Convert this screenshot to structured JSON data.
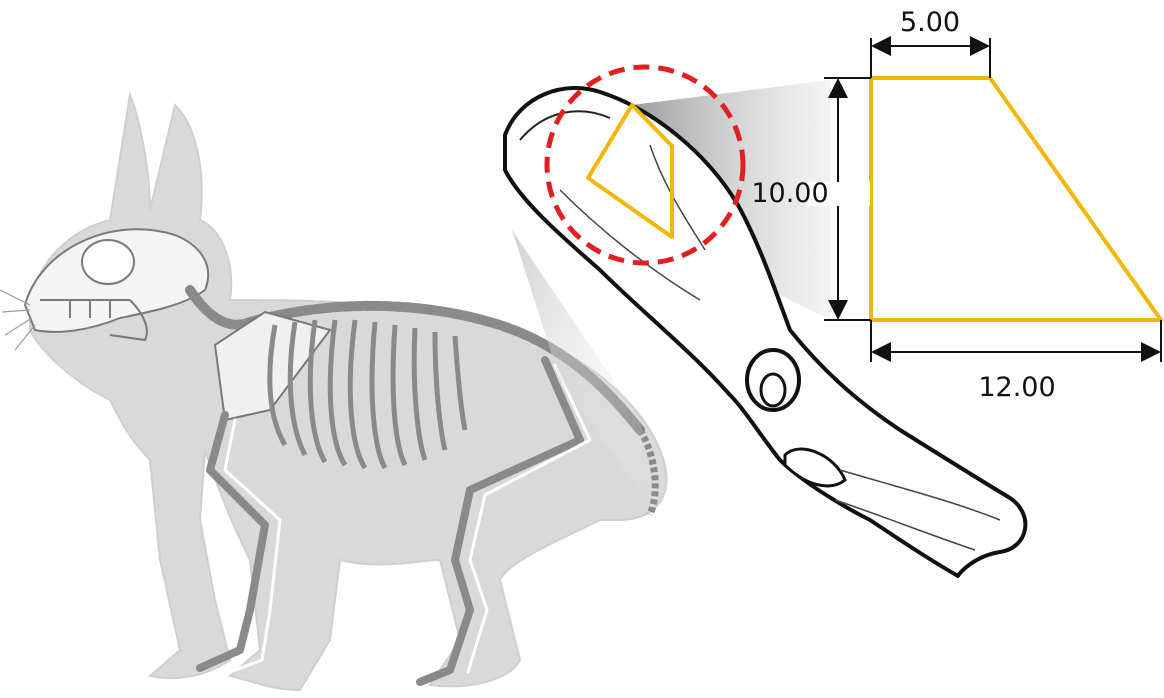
{
  "diagram": {
    "subject": "rabbit skeleton with pelvic bone magnified",
    "trapezoid": {
      "top_width": "5.00",
      "height": "10.00",
      "bottom_width": "12.00"
    },
    "colors": {
      "body_silhouette": "#d9d9d9",
      "bone_outline": "#7a7a7a",
      "bone_fill": "#ffffff",
      "shape_highlight": "#f2b705",
      "magnify_circle": "#e02020",
      "dimension_line": "#111111"
    }
  }
}
